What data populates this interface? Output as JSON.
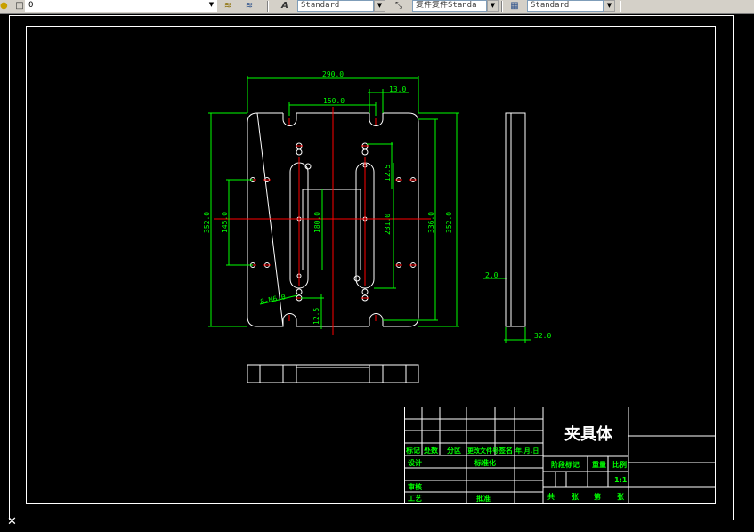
{
  "toolbar": {
    "layer_value": "0",
    "text_style": "Standard",
    "dim_style": "复件复件Standa",
    "table_style": "Standard",
    "icons": [
      "layer-states-icon",
      "layer-previous-icon",
      "text-style-icon",
      "dim-style-icon",
      "table-style-icon"
    ]
  },
  "drawing": {
    "dims": {
      "overall_width": "290.0",
      "hole_spacing": "150.0",
      "slot_width": "13.0",
      "left_height": "352.0",
      "hole_span": "145.0",
      "slot_length": "180.0",
      "right_offset": "12.5",
      "slot_span": "231.0",
      "inner_height": "336.0",
      "right_height": "352.0",
      "hole_callout": "8-M6.0",
      "bottom_offset": "12.5",
      "side_offset": "2.0",
      "thickness": "32.0"
    },
    "title_block": {
      "drawing_name": "夹具体",
      "header_cells": [
        "标记",
        "处数",
        "分区",
        "更改文件号",
        "签名",
        "年.月.日"
      ],
      "row_design": "设计",
      "row_standard": "标准化",
      "stage_mark": "阶段标记",
      "weight": "重量",
      "ratio": "比例",
      "scale_value": "1:1",
      "row_review": "审核",
      "row_process": "工艺",
      "row_approve": "批准",
      "sheet_total": "共",
      "sheet_label": "张",
      "sheet_no": "第",
      "sheet_label2": "张"
    }
  },
  "colors": {
    "background": "#000000",
    "geometry": "#ffffff",
    "dimension": "#00ff00",
    "centerline": "#ff0000",
    "toolbar": "#d4d0c8"
  }
}
